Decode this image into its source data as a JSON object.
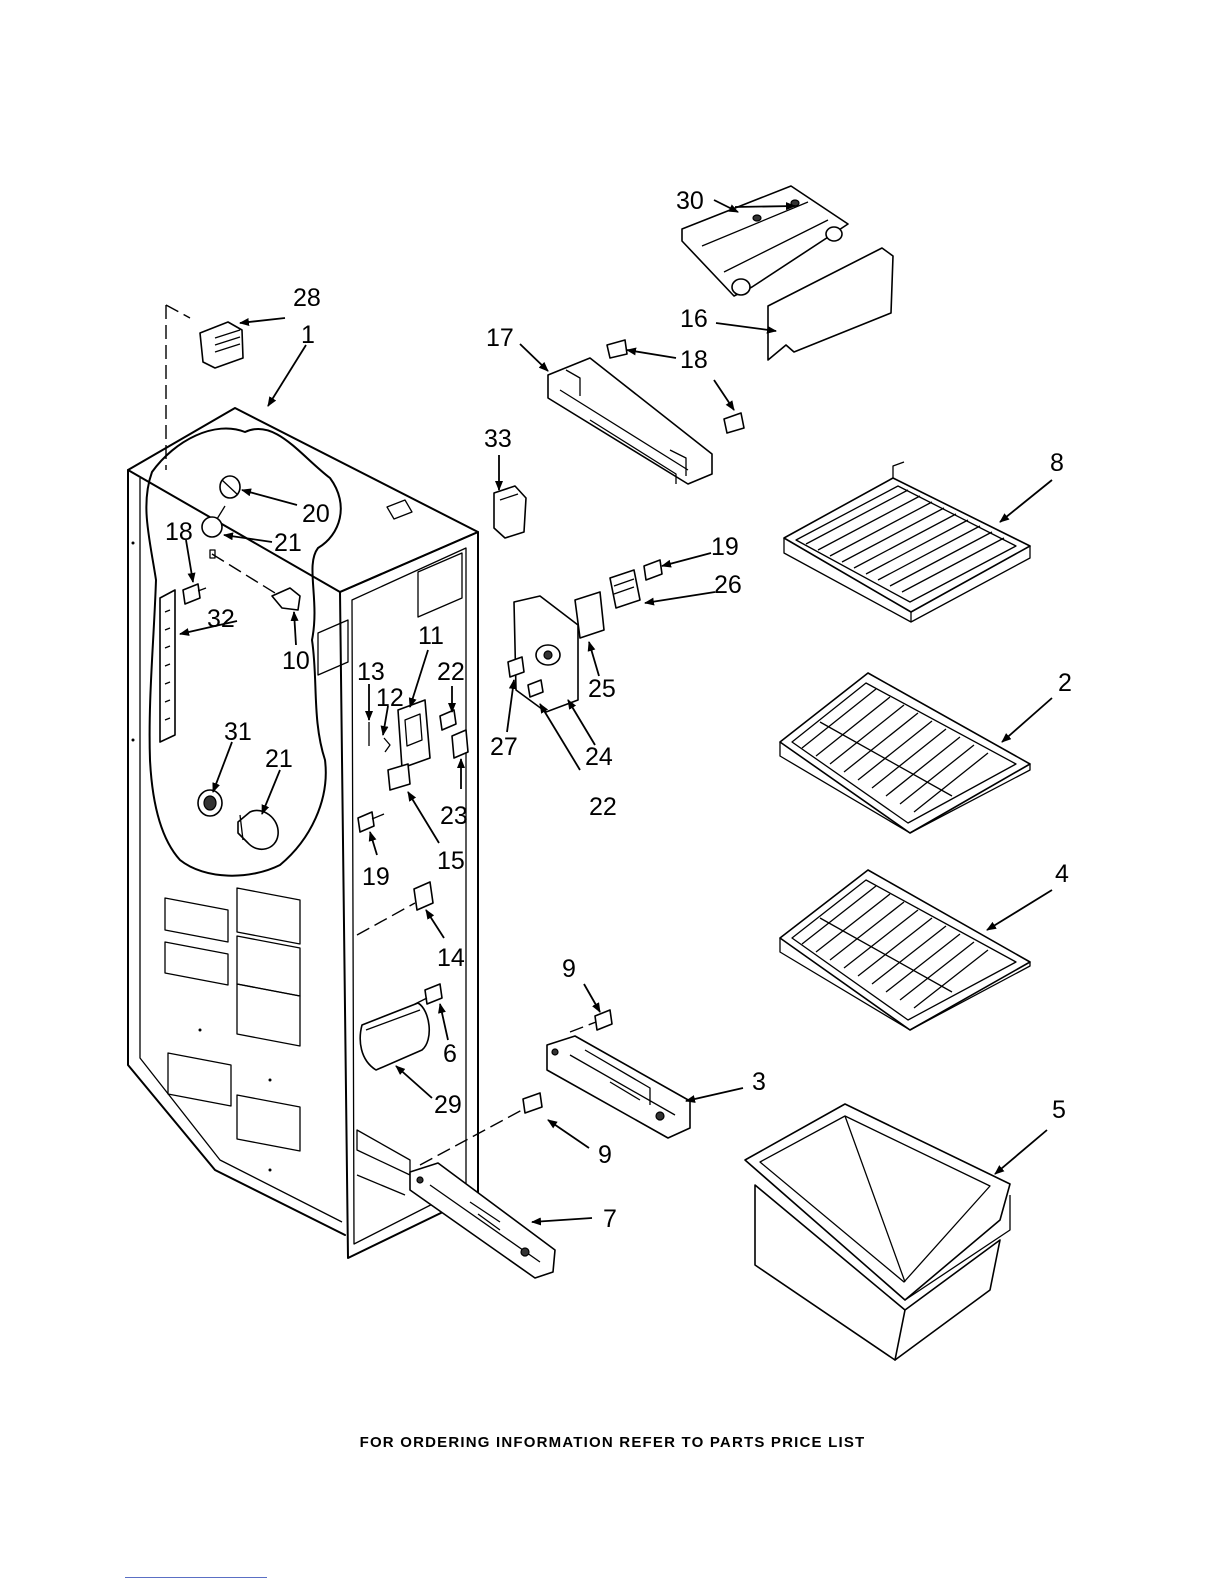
{
  "callouts": {
    "c1": "1",
    "c2": "2",
    "c3": "3",
    "c4": "4",
    "c5": "5",
    "c6": "6",
    "c7": "7",
    "c8": "8",
    "c9a": "9",
    "c9b": "9",
    "c10": "10",
    "c11": "11",
    "c12": "12",
    "c13": "13",
    "c14": "14",
    "c15": "15",
    "c16": "16",
    "c17": "17",
    "c18a": "18",
    "c18b": "18",
    "c19a": "19",
    "c19b": "19",
    "c20": "20",
    "c21a": "21",
    "c21b": "21",
    "c22a": "22",
    "c22b": "22",
    "c23": "23",
    "c24": "24",
    "c25": "25",
    "c26": "26",
    "c27": "27",
    "c28": "28",
    "c29": "29",
    "c30": "30",
    "c31": "31",
    "c32": "32",
    "c33": "33"
  },
  "footer": {
    "text": "FOR ORDERING INFORMATION REFER TO PARTS PRICE LIST"
  }
}
